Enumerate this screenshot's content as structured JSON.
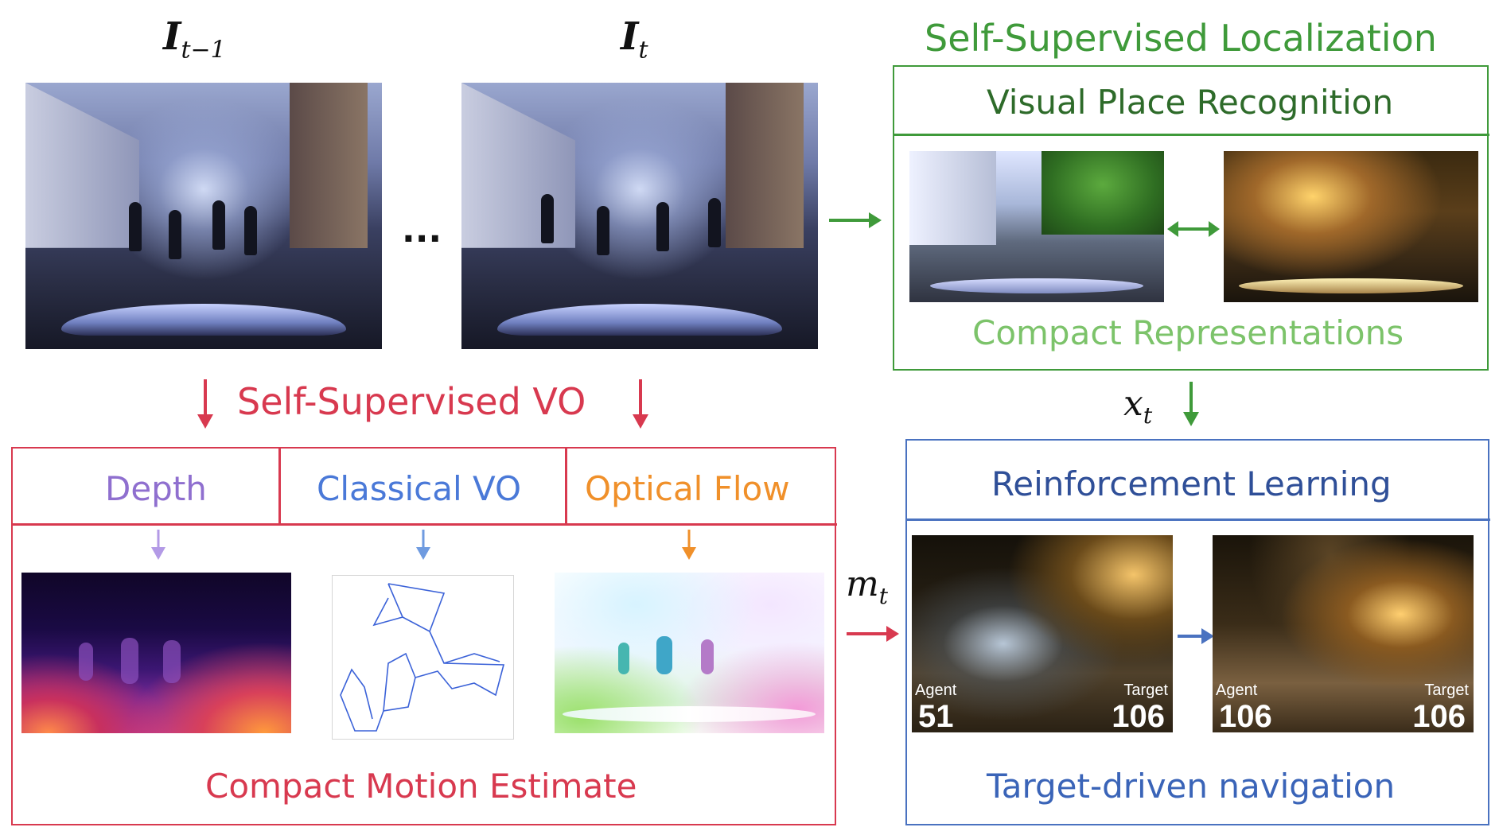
{
  "frames": {
    "prev": {
      "label": "I",
      "sub": "t−1"
    },
    "curr": {
      "label": "I",
      "sub": "t"
    },
    "ellipsis": "..."
  },
  "localization": {
    "title": "Self-Supervised Localization",
    "vpr_label": "Visual Place Recognition",
    "compact_label": "Compact Representations"
  },
  "vo": {
    "title": "Self-Supervised VO",
    "depth_label": "Depth",
    "classical_label": "Classical VO",
    "flow_label": "Optical Flow",
    "compact_label": "Compact Motion Estimate"
  },
  "rl": {
    "title": "Reinforcement Learning",
    "nav_label": "Target-driven navigation",
    "left": {
      "agent_label": "Agent",
      "agent_value": "51",
      "target_label": "Target",
      "target_value": "106"
    },
    "right": {
      "agent_label": "Agent",
      "agent_value": "106",
      "target_label": "Target",
      "target_value": "106"
    }
  },
  "vars": {
    "x": {
      "label": "x",
      "sub": "t"
    },
    "m": {
      "label": "m",
      "sub": "t"
    }
  },
  "colors": {
    "green": "#3f9a3a",
    "red": "#d8394f",
    "blue": "#4a72c0",
    "depth_purple": "#8f6fcf",
    "classical_blue": "#4a79d8",
    "flow_orange": "#f0902a"
  }
}
